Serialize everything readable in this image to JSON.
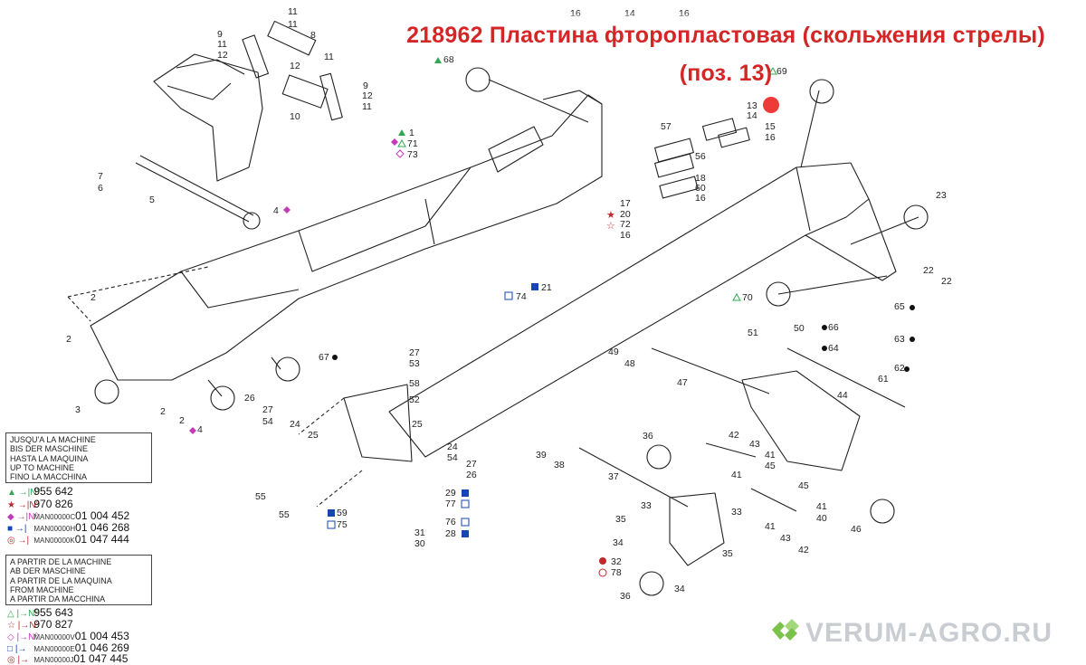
{
  "title": "218962 Пластина фторопластовая (скольжения стрелы) (поз. 13)",
  "colors": {
    "title_red": "#d42626",
    "hotspot_red": "#ef3a3a",
    "green_triangle": "#2fa84f",
    "red_star": "#c0282d",
    "magenta_diamond": "#c43ab8",
    "blue_square": "#1446b4",
    "watermark_gray": "#c9cdd2",
    "watermark_green": "#7ac24a"
  },
  "part_labels": [
    "1",
    "2",
    "3",
    "4",
    "5",
    "6",
    "7",
    "8",
    "9",
    "10",
    "11",
    "12",
    "13",
    "14",
    "15",
    "16",
    "17",
    "18",
    "20",
    "21",
    "22",
    "23",
    "24",
    "25",
    "26",
    "27",
    "28",
    "29",
    "30",
    "31",
    "32",
    "33",
    "34",
    "35",
    "36",
    "37",
    "38",
    "39",
    "40",
    "41",
    "42",
    "43",
    "44",
    "45",
    "46",
    "47",
    "48",
    "49",
    "50",
    "51",
    "52",
    "53",
    "54",
    "55",
    "56",
    "57",
    "58",
    "59",
    "60",
    "61",
    "62",
    "63",
    "64",
    "65",
    "66",
    "67",
    "68",
    "69",
    "70",
    "71",
    "72",
    "73",
    "74",
    "75",
    "76",
    "77",
    "78"
  ],
  "legend_until": {
    "lines": [
      "JUSQU'A LA MACHINE",
      "BIS DER MASCHINE",
      "HASTA LA MAQUINA",
      "UP TO MACHINE",
      "FINO LA MACCHINA"
    ],
    "codes": [
      {
        "symbol": "▲ →|N°",
        "value": "955 642"
      },
      {
        "symbol": "★ →|N°",
        "value": "970 826"
      },
      {
        "symbol": "◆ →|N°",
        "prefix": "MAN00000C",
        "value": "01 004 452"
      },
      {
        "symbol": "■ →|",
        "prefix": "MAN00000H",
        "value": "01 046 268"
      },
      {
        "symbol": "◎ →|",
        "prefix": "MAN00000K",
        "value": "01 047 444"
      }
    ]
  },
  "legend_from": {
    "lines": [
      "A PARTIR DE LA MACHINE",
      "AB DER MASCHINE",
      "A PARTIR DE LA MAQUINA",
      "FROM MACHINE",
      "A PARTIR DA MACCHINA"
    ],
    "codes": [
      {
        "symbol": "△ |→N°",
        "value": "955 643"
      },
      {
        "symbol": "☆ |→N°",
        "value": "970 827"
      },
      {
        "symbol": "◇ |→N°",
        "prefix": "MAN00000V",
        "value": "01 004 453"
      },
      {
        "symbol": "□ |→",
        "prefix": "MAN00000E",
        "value": "01 046 269"
      },
      {
        "symbol": "◎ |→",
        "prefix": "MAN00000J",
        "value": "01 047 445"
      }
    ]
  },
  "watermark": "VERUM-AGRO.RU"
}
